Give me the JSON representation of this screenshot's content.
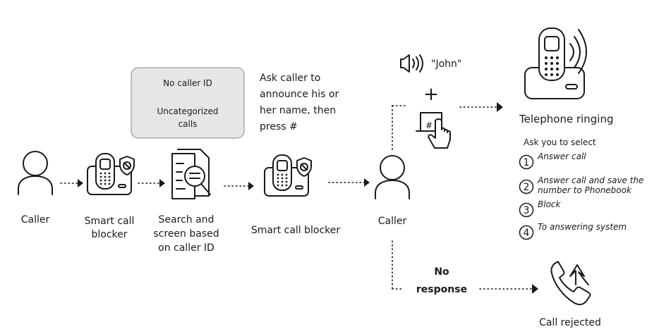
{
  "caller_1": "Caller",
  "smart_blocker_1": [
    "Smart call",
    "blocker"
  ],
  "search_screen": [
    "Search and",
    "screen based",
    "on caller ID"
  ],
  "box_no_caller_id": "No caller ID",
  "box_uncategorized": [
    "Uncategorized",
    "calls"
  ],
  "ask_caller": [
    "Ask caller to",
    "announce his or",
    "her name, then",
    "press #"
  ],
  "smart_blocker_2": "Smart call blocker",
  "caller_2": "Caller",
  "announce_text": "\"John\"",
  "plus_sign": "+",
  "hash_key": "#",
  "telephone_ringing": "Telephone ringing",
  "ask_you_select": "Ask you to select",
  "options": [
    {
      "num": "1",
      "lines": [
        "Answer call"
      ]
    },
    {
      "num": "2",
      "lines": [
        "Answer call and save the",
        "number to Phonebook"
      ]
    },
    {
      "num": "3",
      "lines": [
        "Block"
      ]
    },
    {
      "num": "4",
      "lines": [
        "To answering system"
      ]
    }
  ],
  "no_response": [
    "No",
    "response"
  ],
  "call_rejected": "Call rejected",
  "colors": {
    "box_fill": "#e6e6e6",
    "stroke": "#1a1a1a"
  }
}
